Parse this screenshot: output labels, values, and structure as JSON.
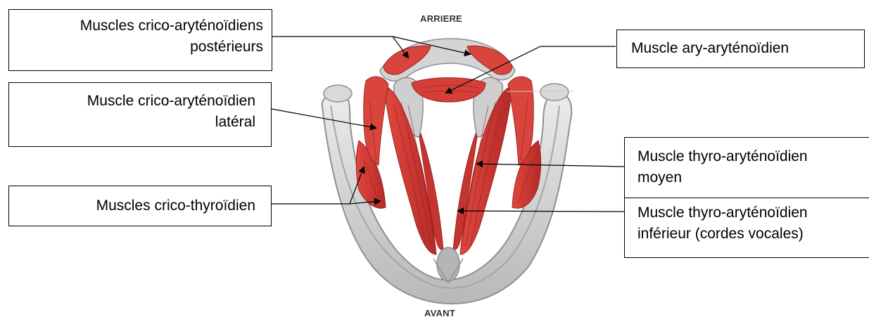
{
  "orientation": {
    "top": "ARRIERE",
    "bottom": "AVANT"
  },
  "labels": {
    "crico_aryt_post": [
      "Muscles crico-aryténoïdiens",
      "postérieurs"
    ],
    "ary_aryt": [
      "Muscle ary-aryténoïdien"
    ],
    "crico_aryt_lat": [
      "Muscle crico-aryténoïdien",
      "latéral"
    ],
    "crico_thyr": [
      "Muscles crico-thyroïdien"
    ],
    "thyro_aryt_moyen": [
      "Muscle thyro-aryténoïdien",
      "moyen"
    ],
    "thyro_aryt_inf": [
      "Muscle thyro-aryténoïdien",
      "inférieur (cordes vocales)"
    ]
  },
  "colors": {
    "muscle": "#cf3a33",
    "muscle_dark": "#9e2222",
    "cartilage": "#d2d2d2",
    "cartilage_dark": "#8f8f8f"
  },
  "illustration": "larynx-muscles"
}
